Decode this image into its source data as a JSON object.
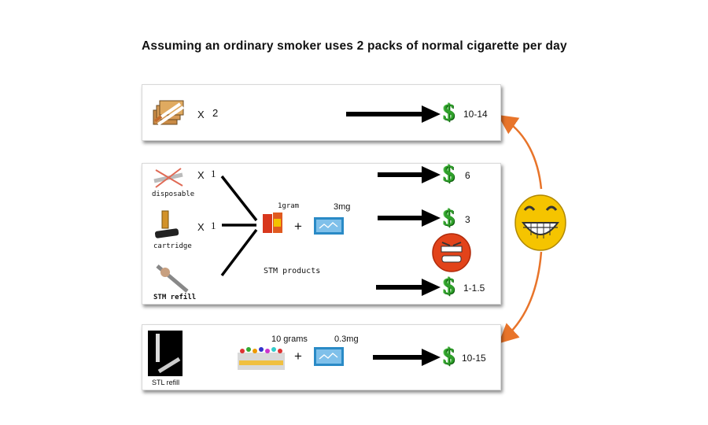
{
  "title": "Assuming an ordinary smoker uses 2 packs of normal cigarette per day",
  "colors": {
    "arrow": "#000000",
    "dollar": "#2fa02a",
    "curve": "#e8742a",
    "smiley": "#f5c400"
  },
  "rows": {
    "cigarette": {
      "multiplier": "X",
      "count": "2",
      "price": "10-14",
      "icon": "cigarette-pack-icon"
    },
    "stm": {
      "items": [
        {
          "label": "disposable",
          "multiplier": "X",
          "count": "1",
          "price": "6",
          "icon": "disposable-ecig-icon"
        },
        {
          "label": "cartridge",
          "multiplier": "X",
          "count": "1",
          "price": "3",
          "icon": "cartridge-icon"
        },
        {
          "label": "STM refill",
          "price": "1-1.5",
          "icon": "refill-pen-icon"
        }
      ],
      "product_amount": "1gram",
      "nicotine_amount": "3mg",
      "product_label": "STM products",
      "plus": "+"
    },
    "stl": {
      "label": "STL refill",
      "product_amount": "10 grams",
      "nicotine_amount": "0.3mg",
      "plus": "+",
      "price": "10-15"
    }
  },
  "dollar_sign": "$"
}
